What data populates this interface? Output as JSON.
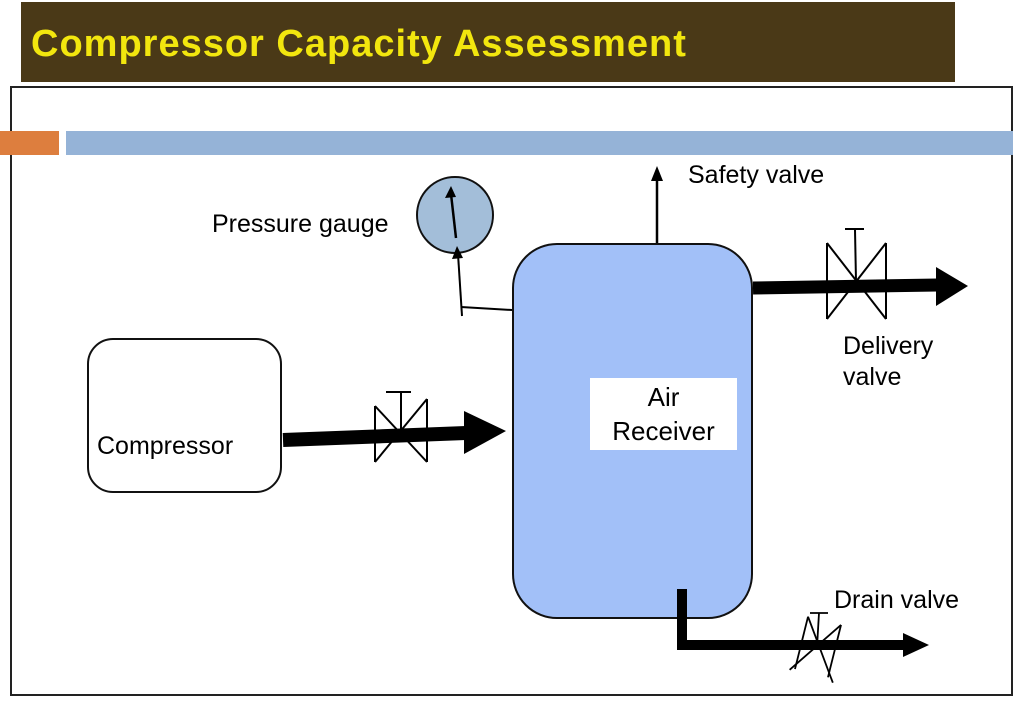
{
  "slide": {
    "title": "Compressor Capacity Assessment"
  },
  "colors": {
    "title_bg": "#4a3917",
    "title_text": "#f2e60e",
    "accent_orange": "#dd7e3e",
    "band_blue": "#95b3d7",
    "receiver_fill": "#a2c0f8",
    "gauge_fill": "#a3bed9",
    "line_black": "#000000"
  },
  "diagram": {
    "labels": {
      "compressor": "Compressor",
      "air_receiver": "Air\nReceiver",
      "pressure_gauge": "Pressure gauge",
      "safety_valve": "Safety valve",
      "delivery_valve": "Delivery\nvalve",
      "drain_valve": "Drain valve"
    }
  }
}
